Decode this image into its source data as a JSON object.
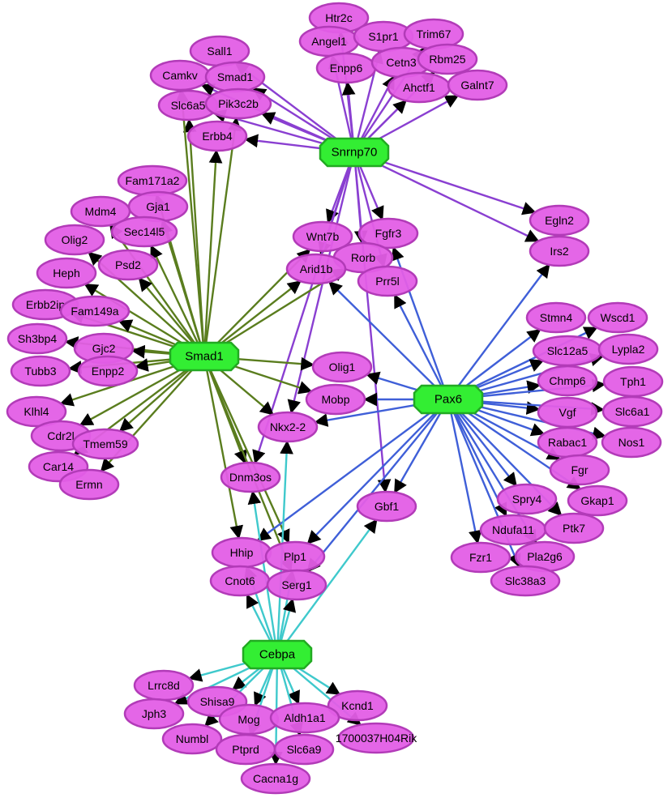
{
  "colors": {
    "node_fill": "#e35ee6",
    "node_border": "#b23bb8",
    "hub_fill": "#33ee33",
    "hub_border": "#22aa22",
    "edges": {
      "Smad1": "#5a7d1e",
      "Snrnp70": "#8a3fd1",
      "Pax6": "#3f5fd8",
      "Cebpa": "#3fc9cc"
    }
  },
  "hubs": [
    "Smad1",
    "Snrnp70",
    "Pax6",
    "Cebpa"
  ],
  "genes": [
    "Htr2c",
    "Angel1",
    "S1pr1",
    "Trim67",
    "Sall1",
    "Camkv",
    "Smad1",
    "Enpp6",
    "Cetn3",
    "Rbm25",
    "Slc6a5",
    "Pik3c2b",
    "Ahctf1",
    "Galnt7",
    "Erbb4",
    "Fam171a2",
    "Gja1",
    "Mdm4",
    "Sec14l5",
    "Olig2",
    "Psd2",
    "Wnt7b",
    "Fgfr3",
    "Egln2",
    "Heph",
    "Rorb",
    "Arid1b",
    "Irs2",
    "Prr5l",
    "Erbb2ip",
    "Fam149a",
    "Stmn4",
    "Wscd1",
    "Sh3bp4",
    "Gjc2",
    "Slc12a5",
    "Lypla2",
    "Olig1",
    "Tubb3",
    "Enpp2",
    "Chmp6",
    "Tph1",
    "Mobp",
    "Klhl4",
    "Vgf",
    "Slc6a1",
    "Cdr2l",
    "Tmem59",
    "Nkx2-2",
    "Rabac1",
    "Nos1",
    "Car14",
    "Fgr",
    "Dnm3os",
    "Ermn",
    "Spry4",
    "Gkap1",
    "Gbf1",
    "Ndufa11",
    "Ptk7",
    "Hhip",
    "Plp1",
    "Fzr1",
    "Pla2g6",
    "Cnot6",
    "Serg1",
    "Slc38a3",
    "Lrrc8d",
    "Kcnd1",
    "Shisa9",
    "Jph3",
    "Mog",
    "Aldh1a1",
    "1700037H04Rik",
    "Numbl",
    "Ptprd",
    "Slc6a9",
    "Cacna1g"
  ],
  "edges": [
    [
      "Snrnp70",
      "Htr2c"
    ],
    [
      "Snrnp70",
      "Angel1"
    ],
    [
      "Snrnp70",
      "S1pr1"
    ],
    [
      "Snrnp70",
      "Trim67"
    ],
    [
      "Snrnp70",
      "Enpp6"
    ],
    [
      "Snrnp70",
      "Cetn3"
    ],
    [
      "Snrnp70",
      "Rbm25"
    ],
    [
      "Snrnp70",
      "Ahctf1"
    ],
    [
      "Snrnp70",
      "Galnt7"
    ],
    [
      "Snrnp70",
      "Sall1"
    ],
    [
      "Snrnp70",
      "Camkv"
    ],
    [
      "Snrnp70",
      "Smad1"
    ],
    [
      "Snrnp70",
      "Pik3c2b"
    ],
    [
      "Snrnp70",
      "Slc6a5"
    ],
    [
      "Snrnp70",
      "Erbb4"
    ],
    [
      "Snrnp70",
      "Wnt7b"
    ],
    [
      "Snrnp70",
      "Fgfr3"
    ],
    [
      "Snrnp70",
      "Rorb"
    ],
    [
      "Snrnp70",
      "Arid1b"
    ],
    [
      "Snrnp70",
      "Prr5l"
    ],
    [
      "Snrnp70",
      "Egln2"
    ],
    [
      "Snrnp70",
      "Irs2"
    ],
    [
      "Snrnp70",
      "Dnm3os"
    ],
    [
      "Snrnp70",
      "Gbf1"
    ],
    [
      "Snrnp70",
      "Nkx2-2"
    ],
    [
      "Smad1",
      "Erbb4"
    ],
    [
      "Smad1",
      "Slc6a5"
    ],
    [
      "Smad1",
      "Camkv"
    ],
    [
      "Smad1",
      "Pik3c2b"
    ],
    [
      "Smad1",
      "Fam171a2"
    ],
    [
      "Smad1",
      "Gja1"
    ],
    [
      "Smad1",
      "Mdm4"
    ],
    [
      "Smad1",
      "Sec14l5"
    ],
    [
      "Smad1",
      "Olig2"
    ],
    [
      "Smad1",
      "Psd2"
    ],
    [
      "Smad1",
      "Heph"
    ],
    [
      "Smad1",
      "Erbb2ip"
    ],
    [
      "Smad1",
      "Fam149a"
    ],
    [
      "Smad1",
      "Sh3bp4"
    ],
    [
      "Smad1",
      "Gjc2"
    ],
    [
      "Smad1",
      "Tubb3"
    ],
    [
      "Smad1",
      "Enpp2"
    ],
    [
      "Smad1",
      "Klhl4"
    ],
    [
      "Smad1",
      "Cdr2l"
    ],
    [
      "Smad1",
      "Tmem59"
    ],
    [
      "Smad1",
      "Car14"
    ],
    [
      "Smad1",
      "Ermn"
    ],
    [
      "Smad1",
      "Wnt7b"
    ],
    [
      "Smad1",
      "Arid1b"
    ],
    [
      "Smad1",
      "Rorb"
    ],
    [
      "Smad1",
      "Olig1"
    ],
    [
      "Smad1",
      "Mobp"
    ],
    [
      "Smad1",
      "Nkx2-2"
    ],
    [
      "Smad1",
      "Dnm3os"
    ],
    [
      "Smad1",
      "Hhip"
    ],
    [
      "Smad1",
      "Plp1"
    ],
    [
      "Smad1",
      "Serg1"
    ],
    [
      "Pax6",
      "Irs2"
    ],
    [
      "Pax6",
      "Arid1b"
    ],
    [
      "Pax6",
      "Prr5l"
    ],
    [
      "Pax6",
      "Fgfr3"
    ],
    [
      "Pax6",
      "Stmn4"
    ],
    [
      "Pax6",
      "Wscd1"
    ],
    [
      "Pax6",
      "Slc12a5"
    ],
    [
      "Pax6",
      "Lypla2"
    ],
    [
      "Pax6",
      "Chmp6"
    ],
    [
      "Pax6",
      "Tph1"
    ],
    [
      "Pax6",
      "Vgf"
    ],
    [
      "Pax6",
      "Slc6a1"
    ],
    [
      "Pax6",
      "Rabac1"
    ],
    [
      "Pax6",
      "Nos1"
    ],
    [
      "Pax6",
      "Fgr"
    ],
    [
      "Pax6",
      "Spry4"
    ],
    [
      "Pax6",
      "Gkap1"
    ],
    [
      "Pax6",
      "Ndufa11"
    ],
    [
      "Pax6",
      "Ptk7"
    ],
    [
      "Pax6",
      "Fzr1"
    ],
    [
      "Pax6",
      "Pla2g6"
    ],
    [
      "Pax6",
      "Slc38a3"
    ],
    [
      "Pax6",
      "Olig1"
    ],
    [
      "Pax6",
      "Mobp"
    ],
    [
      "Pax6",
      "Nkx2-2"
    ],
    [
      "Pax6",
      "Gbf1"
    ],
    [
      "Pax6",
      "Hhip"
    ],
    [
      "Pax6",
      "Plp1"
    ],
    [
      "Pax6",
      "Serg1"
    ],
    [
      "Cebpa",
      "Dnm3os"
    ],
    [
      "Cebpa",
      "Nkx2-2"
    ],
    [
      "Cebpa",
      "Gbf1"
    ],
    [
      "Cebpa",
      "Hhip"
    ],
    [
      "Cebpa",
      "Plp1"
    ],
    [
      "Cebpa",
      "Cnot6"
    ],
    [
      "Cebpa",
      "Serg1"
    ],
    [
      "Cebpa",
      "Lrrc8d"
    ],
    [
      "Cebpa",
      "Shisa9"
    ],
    [
      "Cebpa",
      "Jph3"
    ],
    [
      "Cebpa",
      "Mog"
    ],
    [
      "Cebpa",
      "Aldh1a1"
    ],
    [
      "Cebpa",
      "Kcnd1"
    ],
    [
      "Cebpa",
      "1700037H04Rik"
    ],
    [
      "Cebpa",
      "Numbl"
    ],
    [
      "Cebpa",
      "Ptprd"
    ],
    [
      "Cebpa",
      "Slc6a9"
    ],
    [
      "Cebpa",
      "Cacna1g"
    ]
  ]
}
